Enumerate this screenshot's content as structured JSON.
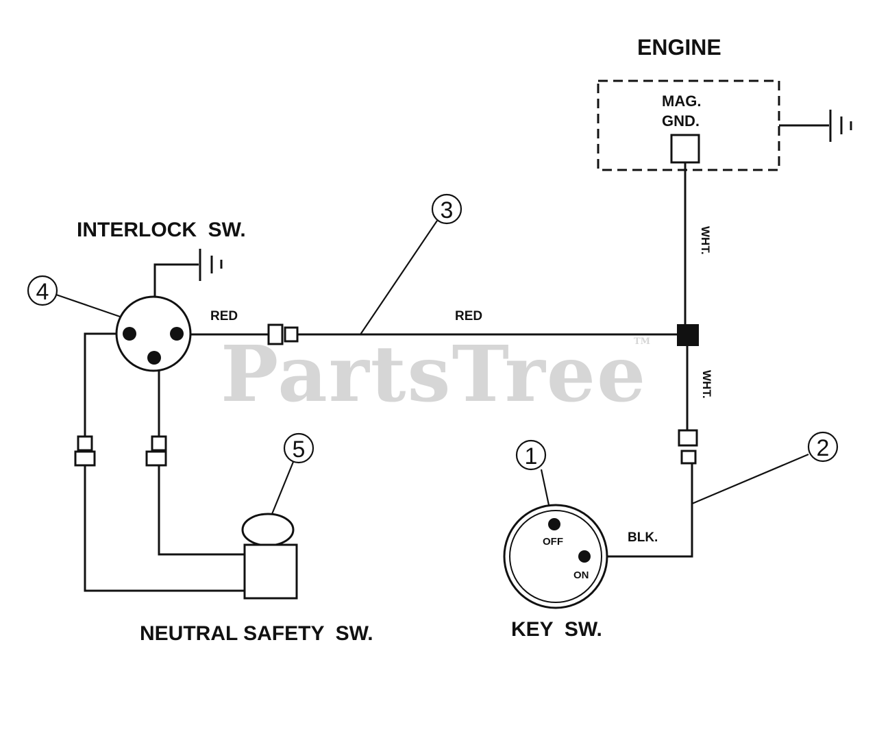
{
  "watermark": {
    "text": "PartsTree",
    "tm": "TM"
  },
  "components": {
    "engine": {
      "title": "ENGINE",
      "mag_line1": "MAG.",
      "mag_line2": "GND."
    },
    "interlock_switch": {
      "title": "INTERLOCK  SW.",
      "callout": "4"
    },
    "neutral_safety_switch": {
      "title": "NEUTRAL SAFETY  SW.",
      "callout": "5"
    },
    "key_switch": {
      "title": "KEY  SW.",
      "callout": "1",
      "off_label": "OFF",
      "on_label": "ON"
    }
  },
  "wires": {
    "red_short_label": "RED",
    "red_long_label": "RED",
    "white_upper_label": "WHT.",
    "white_lower_label": "WHT.",
    "black_label": "BLK."
  },
  "callouts": {
    "wire_red": "3",
    "wire_key": "2"
  }
}
